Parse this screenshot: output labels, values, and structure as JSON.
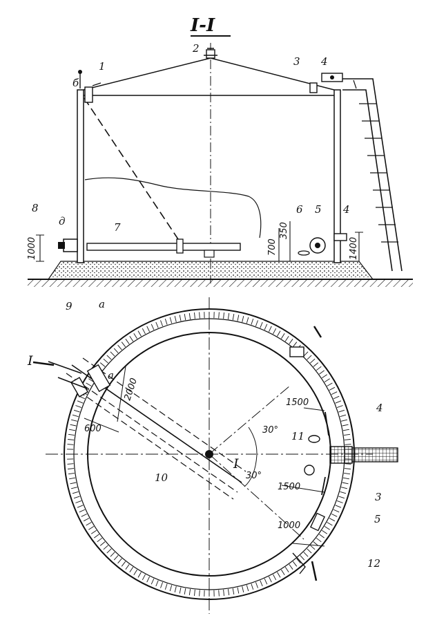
{
  "section_title": "I-I",
  "section_marks": [
    "I",
    "I"
  ],
  "callouts": {
    "c1": "1",
    "c2": "2",
    "c3": "3",
    "c4a": "4",
    "c4b": "4",
    "c5": "5",
    "c6": "6",
    "c7": "7",
    "c8": "8",
    "c9": "9",
    "c10": "10",
    "c11": "11",
    "c12": "12",
    "c3p": "3",
    "c4p": "4",
    "c5p": "5",
    "b_top": "б",
    "d_side": "д",
    "a_bot": "а",
    "a_plan": "а"
  },
  "dimensions": {
    "h1000": "1000",
    "h350": "350",
    "h700": "700",
    "h1400": "1400",
    "p2000": "2000",
    "p600": "600",
    "p1500a": "1500",
    "p1500b": "1500",
    "p1000": "1000"
  },
  "angles": {
    "a1": "30°",
    "a2": "30°"
  }
}
